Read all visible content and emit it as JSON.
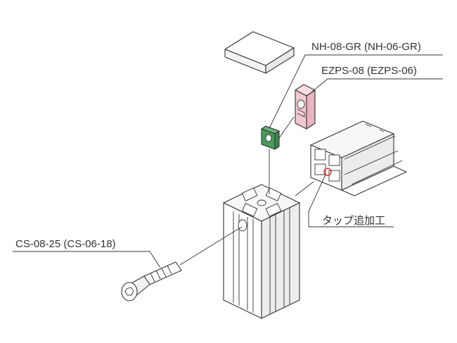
{
  "callouts": {
    "cover": "NH-08-GR (NH-06-GR)",
    "spacer": "EZPS-08 (EZPS-06)",
    "tap": "タップ追加工",
    "bolt": "CS-08-25 (CS-06-18)"
  },
  "colors": {
    "line": "#333333",
    "nut_green": "#4a9a5c",
    "spacer_pink": "#f2c9d2",
    "tap_marker": "#e03030"
  }
}
